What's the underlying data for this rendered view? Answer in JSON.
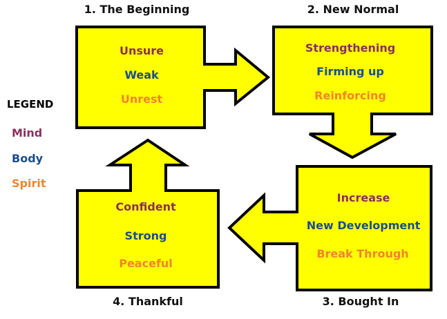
{
  "colors": {
    "fill": "#FFFF00",
    "stroke": "#000000",
    "mind": "#8B2F5F",
    "body": "#1A4E8A",
    "spirit": "#F0852D"
  },
  "legend": {
    "title": "LEGEND",
    "items": [
      {
        "label": "Mind",
        "category": "mind"
      },
      {
        "label": "Body",
        "category": "body"
      },
      {
        "label": "Spirit",
        "category": "spirit"
      }
    ]
  },
  "stages": [
    {
      "title": "1. The Beginning",
      "mind": "Unsure",
      "body": "Weak",
      "spirit": "Unrest",
      "arrow": "right"
    },
    {
      "title": "2. New Normal",
      "mind": "Strengthening",
      "body": "Firming up",
      "spirit": "Reinforcing",
      "arrow": "down"
    },
    {
      "title": "3. Bought In",
      "mind": "Increase",
      "body": "New Development",
      "spirit": "Break Through",
      "arrow": "left"
    },
    {
      "title": "4. Thankful",
      "mind": "Confident",
      "body": "Strong",
      "spirit": "Peaceful",
      "arrow": "up"
    }
  ]
}
